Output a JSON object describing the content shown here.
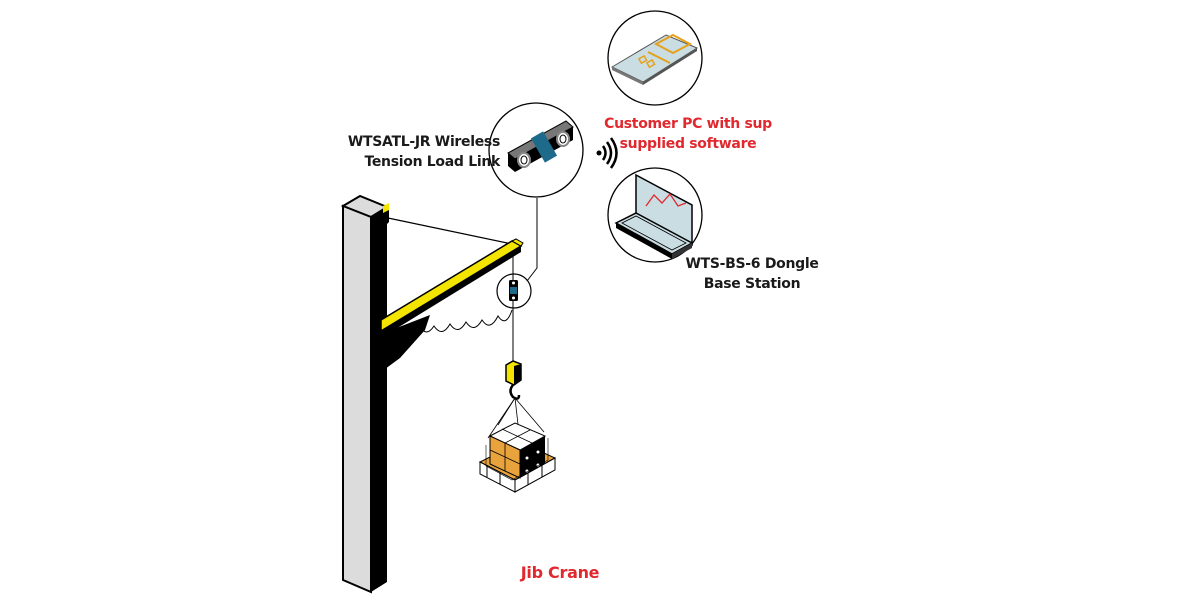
{
  "diagram": {
    "title": "Jib Crane",
    "labels": {
      "load_link": [
        "WTSATL-JR Wireless",
        "Tension Load Link"
      ],
      "customer_pc": [
        "Customer PC with sup",
        "supplied software"
      ],
      "dongle": [
        "WTS-BS-6 Dongle",
        "Base Station"
      ],
      "crane": "Jib Crane"
    },
    "components": [
      {
        "name": "Jib Crane",
        "type": "crane",
        "parts": [
          "mast",
          "boom",
          "tie-rod",
          "hoist-cable",
          "hook-block",
          "palletized-load"
        ]
      },
      {
        "name": "WTSATL-JR Wireless Tension Load Link",
        "type": "load-cell",
        "callout": true
      },
      {
        "name": "Customer PC with supplied software",
        "type": "tablet",
        "callout": true
      },
      {
        "name": "WTS-BS-6 Dongle Base Station",
        "type": "laptop",
        "callout": true
      }
    ],
    "signal": "wireless-signal",
    "colors": {
      "crane_yellow": "#f4e500",
      "crane_black": "#000000",
      "mast_light": "#dcdcdc",
      "load_link_blue": "#1d6a8a",
      "tablet_screen": "#c9dde3",
      "tablet_accent": "#e5a11c",
      "box_orange": "#e8a33d",
      "chart_line": "#e0282e",
      "label_red": "#e0282e",
      "label_dark": "#1a1a1a"
    }
  }
}
